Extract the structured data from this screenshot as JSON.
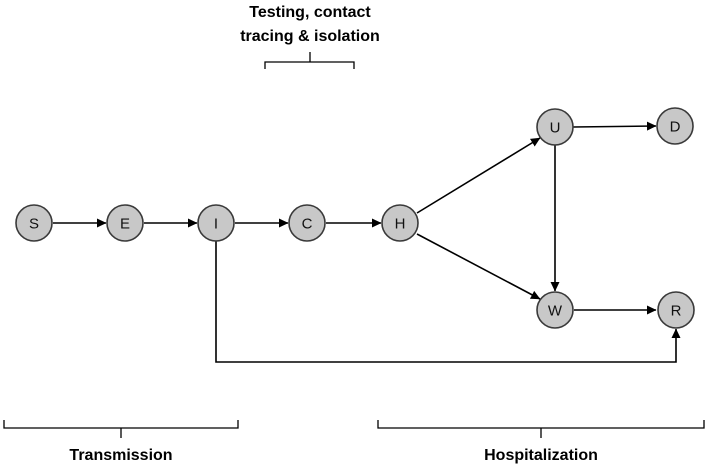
{
  "diagram": {
    "nodes": [
      {
        "id": "S",
        "label": "S"
      },
      {
        "id": "E",
        "label": "E"
      },
      {
        "id": "I",
        "label": "I"
      },
      {
        "id": "C",
        "label": "C"
      },
      {
        "id": "H",
        "label": "H"
      },
      {
        "id": "U",
        "label": "U"
      },
      {
        "id": "D",
        "label": "D"
      },
      {
        "id": "W",
        "label": "W"
      },
      {
        "id": "R",
        "label": "R"
      }
    ],
    "edges": [
      {
        "from": "S",
        "to": "E"
      },
      {
        "from": "E",
        "to": "I"
      },
      {
        "from": "I",
        "to": "C"
      },
      {
        "from": "C",
        "to": "H"
      },
      {
        "from": "H",
        "to": "U"
      },
      {
        "from": "H",
        "to": "W"
      },
      {
        "from": "U",
        "to": "D"
      },
      {
        "from": "U",
        "to": "W"
      },
      {
        "from": "W",
        "to": "R"
      },
      {
        "from": "I",
        "to": "R"
      }
    ],
    "groups": {
      "testing": {
        "line1": "Testing, contact",
        "line2": "tracing & isolation"
      },
      "transmission": {
        "label": "Transmission"
      },
      "hospitalization": {
        "label": "Hospitalization"
      }
    }
  }
}
